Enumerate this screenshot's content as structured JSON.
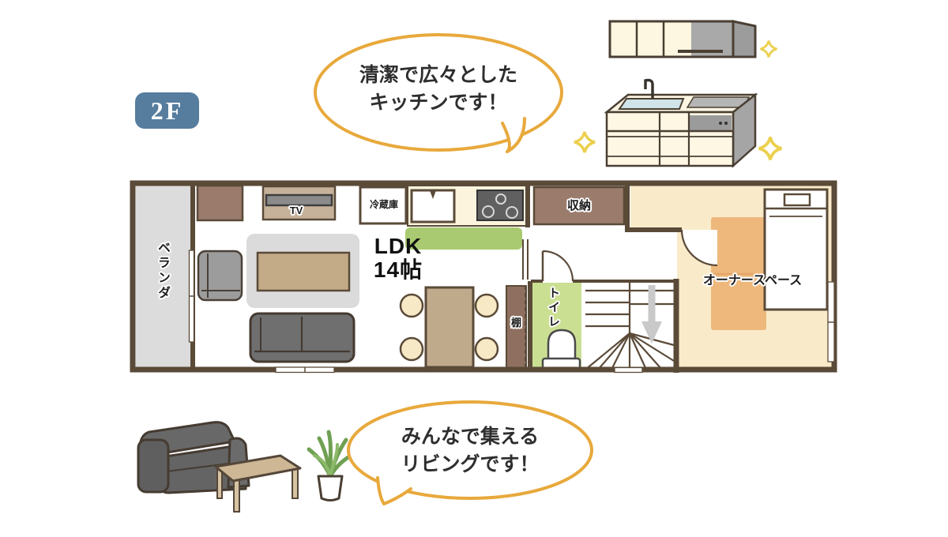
{
  "floor_badge": "2F",
  "speech_bubbles": {
    "kitchen": {
      "line1": "清潔で広々とした",
      "line2": "キッチンです！"
    },
    "living": {
      "line1": "みんなで集える",
      "line2": "リビングです！"
    }
  },
  "floor_plan": {
    "veranda": "ベランダ",
    "tv": "TV",
    "fridge": "冷蔵庫",
    "ldk_line1": "LDK",
    "ldk_line2": "14帖",
    "storage": "収納",
    "shelf": "棚",
    "toilet": "トイレ",
    "owner_space": "オーナースペース"
  },
  "colors": {
    "wall_brown": "#5a4a38",
    "bubble_orange": "#e8a93c",
    "badge_blue": "#567c9e",
    "veranda_gray": "#dcdcdc",
    "kitchen_counter_cream": "#fcf4dd",
    "counter_green": "#a9ca70",
    "toilet_green": "#cbdf93",
    "owner_cream": "#f9ebca",
    "owner_rug_orange": "#eeb87c",
    "sparkle_yellow": "#ecd04e"
  }
}
